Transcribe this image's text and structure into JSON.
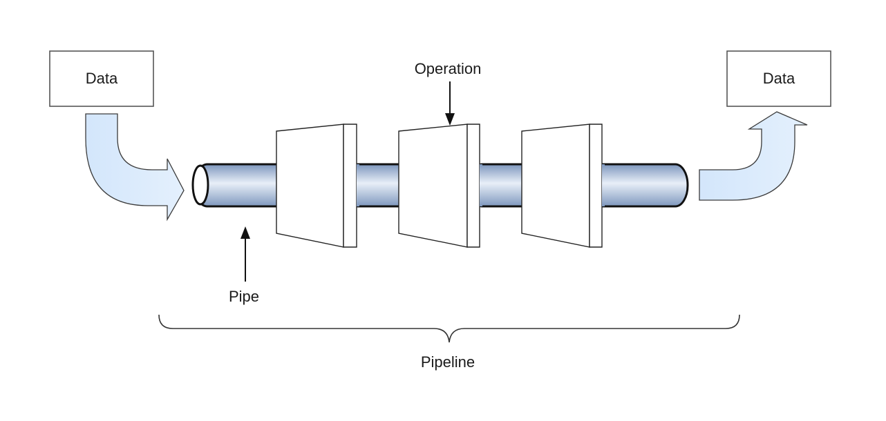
{
  "diagram": {
    "input_box": {
      "label": "Data"
    },
    "output_box": {
      "label": "Data"
    },
    "operation_label": "Operation",
    "pipe_label": "Pipe",
    "pipeline_label": "Pipeline"
  },
  "colors": {
    "pipe_fill_light": "#e6eef8",
    "pipe_fill_dark": "#8fa6c8",
    "flow_arrow_fill": "#d6e8fb",
    "outline": "#111111"
  },
  "icons": {
    "flow_in": "curved-arrow-right-icon",
    "flow_out": "curved-arrow-up-icon",
    "pointer": "arrow-icon"
  }
}
